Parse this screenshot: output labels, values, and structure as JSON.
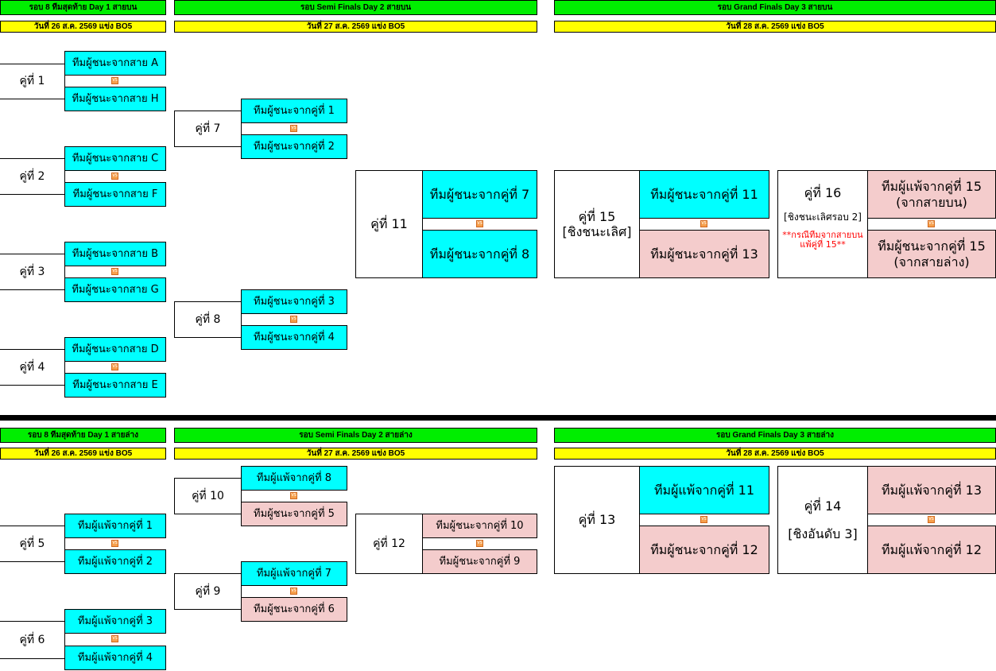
{
  "upper": {
    "headers": [
      "รอบ 8 ทีมสุดท้าย Day 1 สายบน",
      "รอบ Semi Finals Day 2 สายบน",
      "รอบ Grand Finals Day 3 สายบน"
    ],
    "dates": [
      "วันที่ 26 ส.ค. 2569 แข่ง BO5",
      "วันที่ 27 ส.ค. 2569 แข่ง BO5",
      "วันที่ 28 ส.ค. 2569 แข่ง BO5"
    ],
    "matches": {
      "m1": {
        "label": "คู่ที่ 1",
        "team_a": "ทีมผู้ชนะจากสาย A",
        "team_b": "ทีมผู้ชนะจากสาย H"
      },
      "m2": {
        "label": "คู่ที่ 2",
        "team_a": "ทีมผู้ชนะจากสาย C",
        "team_b": "ทีมผู้ชนะจากสาย F"
      },
      "m3": {
        "label": "คู่ที่ 3",
        "team_a": "ทีมผู้ชนะจากสาย B",
        "team_b": "ทีมผู้ชนะจากสาย G"
      },
      "m4": {
        "label": "คู่ที่ 4",
        "team_a": "ทีมผู้ชนะจากสาย D",
        "team_b": "ทีมผู้ชนะจากสาย E"
      },
      "m7": {
        "label": "คู่ที่ 7",
        "team_a": "ทีมผู้ชนะจากคู่ที่ 1",
        "team_b": "ทีมผู้ชนะจากคู่ที่ 2"
      },
      "m8": {
        "label": "คู่ที่ 8",
        "team_a": "ทีมผู้ชนะจากคู่ที่ 3",
        "team_b": "ทีมผู้ชนะจากคู่ที่ 4"
      },
      "m11": {
        "label": "คู่ที่ 11",
        "team_a": "ทีมผู้ชนะจากคู่ที่ 7",
        "team_b": "ทีมผู้ชนะจากคู่ที่ 8"
      },
      "m15": {
        "label": "คู่ที่ 15",
        "sub": "[ชิงชนะเลิศ]",
        "team_a": "ทีมผู้ชนะจากคู่ที่ 11",
        "team_b": "ทีมผู้ชนะจากคู่ที่ 13"
      },
      "m16": {
        "label": "คู่ที่ 16",
        "sub": "[ชิงชนะเลิศรอบ 2]",
        "note": "**กรณีทีมจากสายบน แพ้คู่ที่ 15**",
        "team_a": "ทีมผู้แพ้จากคู่ที่ 15",
        "team_a_sub": "(จากสายบน)",
        "team_b": "ทีมผู้ชนะจากคู่ที่ 15",
        "team_b_sub": "(จากสายล่าง)"
      }
    }
  },
  "lower": {
    "headers": [
      "รอบ 8 ทีมสุดท้าย Day 1 สายล่าง",
      "รอบ Semi Finals Day 2 สายล่าง",
      "รอบ Grand Finals Day 3 สายล่าง"
    ],
    "dates": [
      "วันที่ 26 ส.ค. 2569 แข่ง BO5",
      "วันที่ 27 ส.ค. 2569 แข่ง BO5",
      "วันที่ 28 ส.ค. 2569 แข่ง BO5"
    ],
    "matches": {
      "m5": {
        "label": "คู่ที่ 5",
        "team_a": "ทีมผู้แพ้จากคู่ที่ 1",
        "team_b": "ทีมผู้แพ้จากคู่ที่ 2"
      },
      "m6": {
        "label": "คู่ที่ 6",
        "team_a": "ทีมผู้แพ้จากคู่ที่ 3",
        "team_b": "ทีมผู้แพ้จากคู่ที่ 4"
      },
      "m10": {
        "label": "คู่ที่ 10",
        "team_a": "ทีมผู้แพ้จากคู่ที่ 8",
        "team_b": "ทีมผู้ชนะจากคู่ที่ 5"
      },
      "m9": {
        "label": "คู่ที่ 9",
        "team_a": "ทีมผู้แพ้จากคู่ที่ 7",
        "team_b": "ทีมผู้ชนะจากคู่ที่ 6"
      },
      "m12": {
        "label": "คู่ที่ 12",
        "team_a": "ทีมผู้ชนะจากคู่ที่ 10",
        "team_b": "ทีมผู้ชนะจากคู่ที่ 9"
      },
      "m13": {
        "label": "คู่ที่ 13",
        "team_a": "ทีมผู้แพ้จากคู่ที่ 11",
        "team_b": "ทีมผู้ชนะจากคู่ที่ 12"
      },
      "m14": {
        "label": "คู่ที่ 14",
        "sub": "[ชิงอันดับ 3]",
        "team_a": "ทีมผู้แพ้จากคู่ที่ 13",
        "team_b": "ทีมผู้แพ้จากคู่ที่ 12"
      }
    }
  },
  "vs_icon": "VS",
  "colors": {
    "header": "#00ee00",
    "date": "#ffff00",
    "winner_slot": "#00ffff",
    "loser_slot": "#f4cccc",
    "note": "#ff0000"
  }
}
